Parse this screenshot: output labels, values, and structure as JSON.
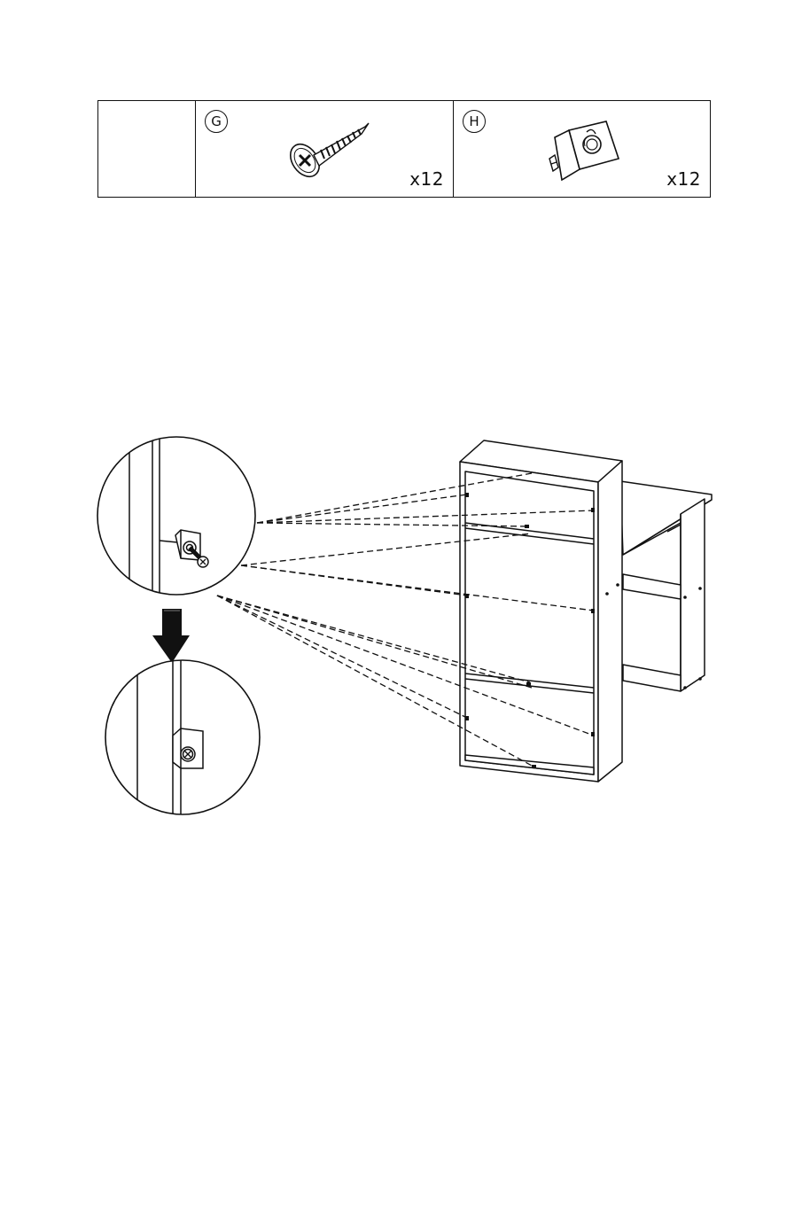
{
  "parts": [
    {
      "letter": "G",
      "quantity": "x12",
      "icon": "screw-icon"
    },
    {
      "letter": "H",
      "quantity": "x12",
      "icon": "corner-bracket-icon"
    }
  ],
  "illustration": {
    "icons": [
      "assembly-detail-before-icon",
      "down-arrow-icon",
      "assembly-detail-after-icon",
      "bookshelf-desk-icon"
    ]
  }
}
